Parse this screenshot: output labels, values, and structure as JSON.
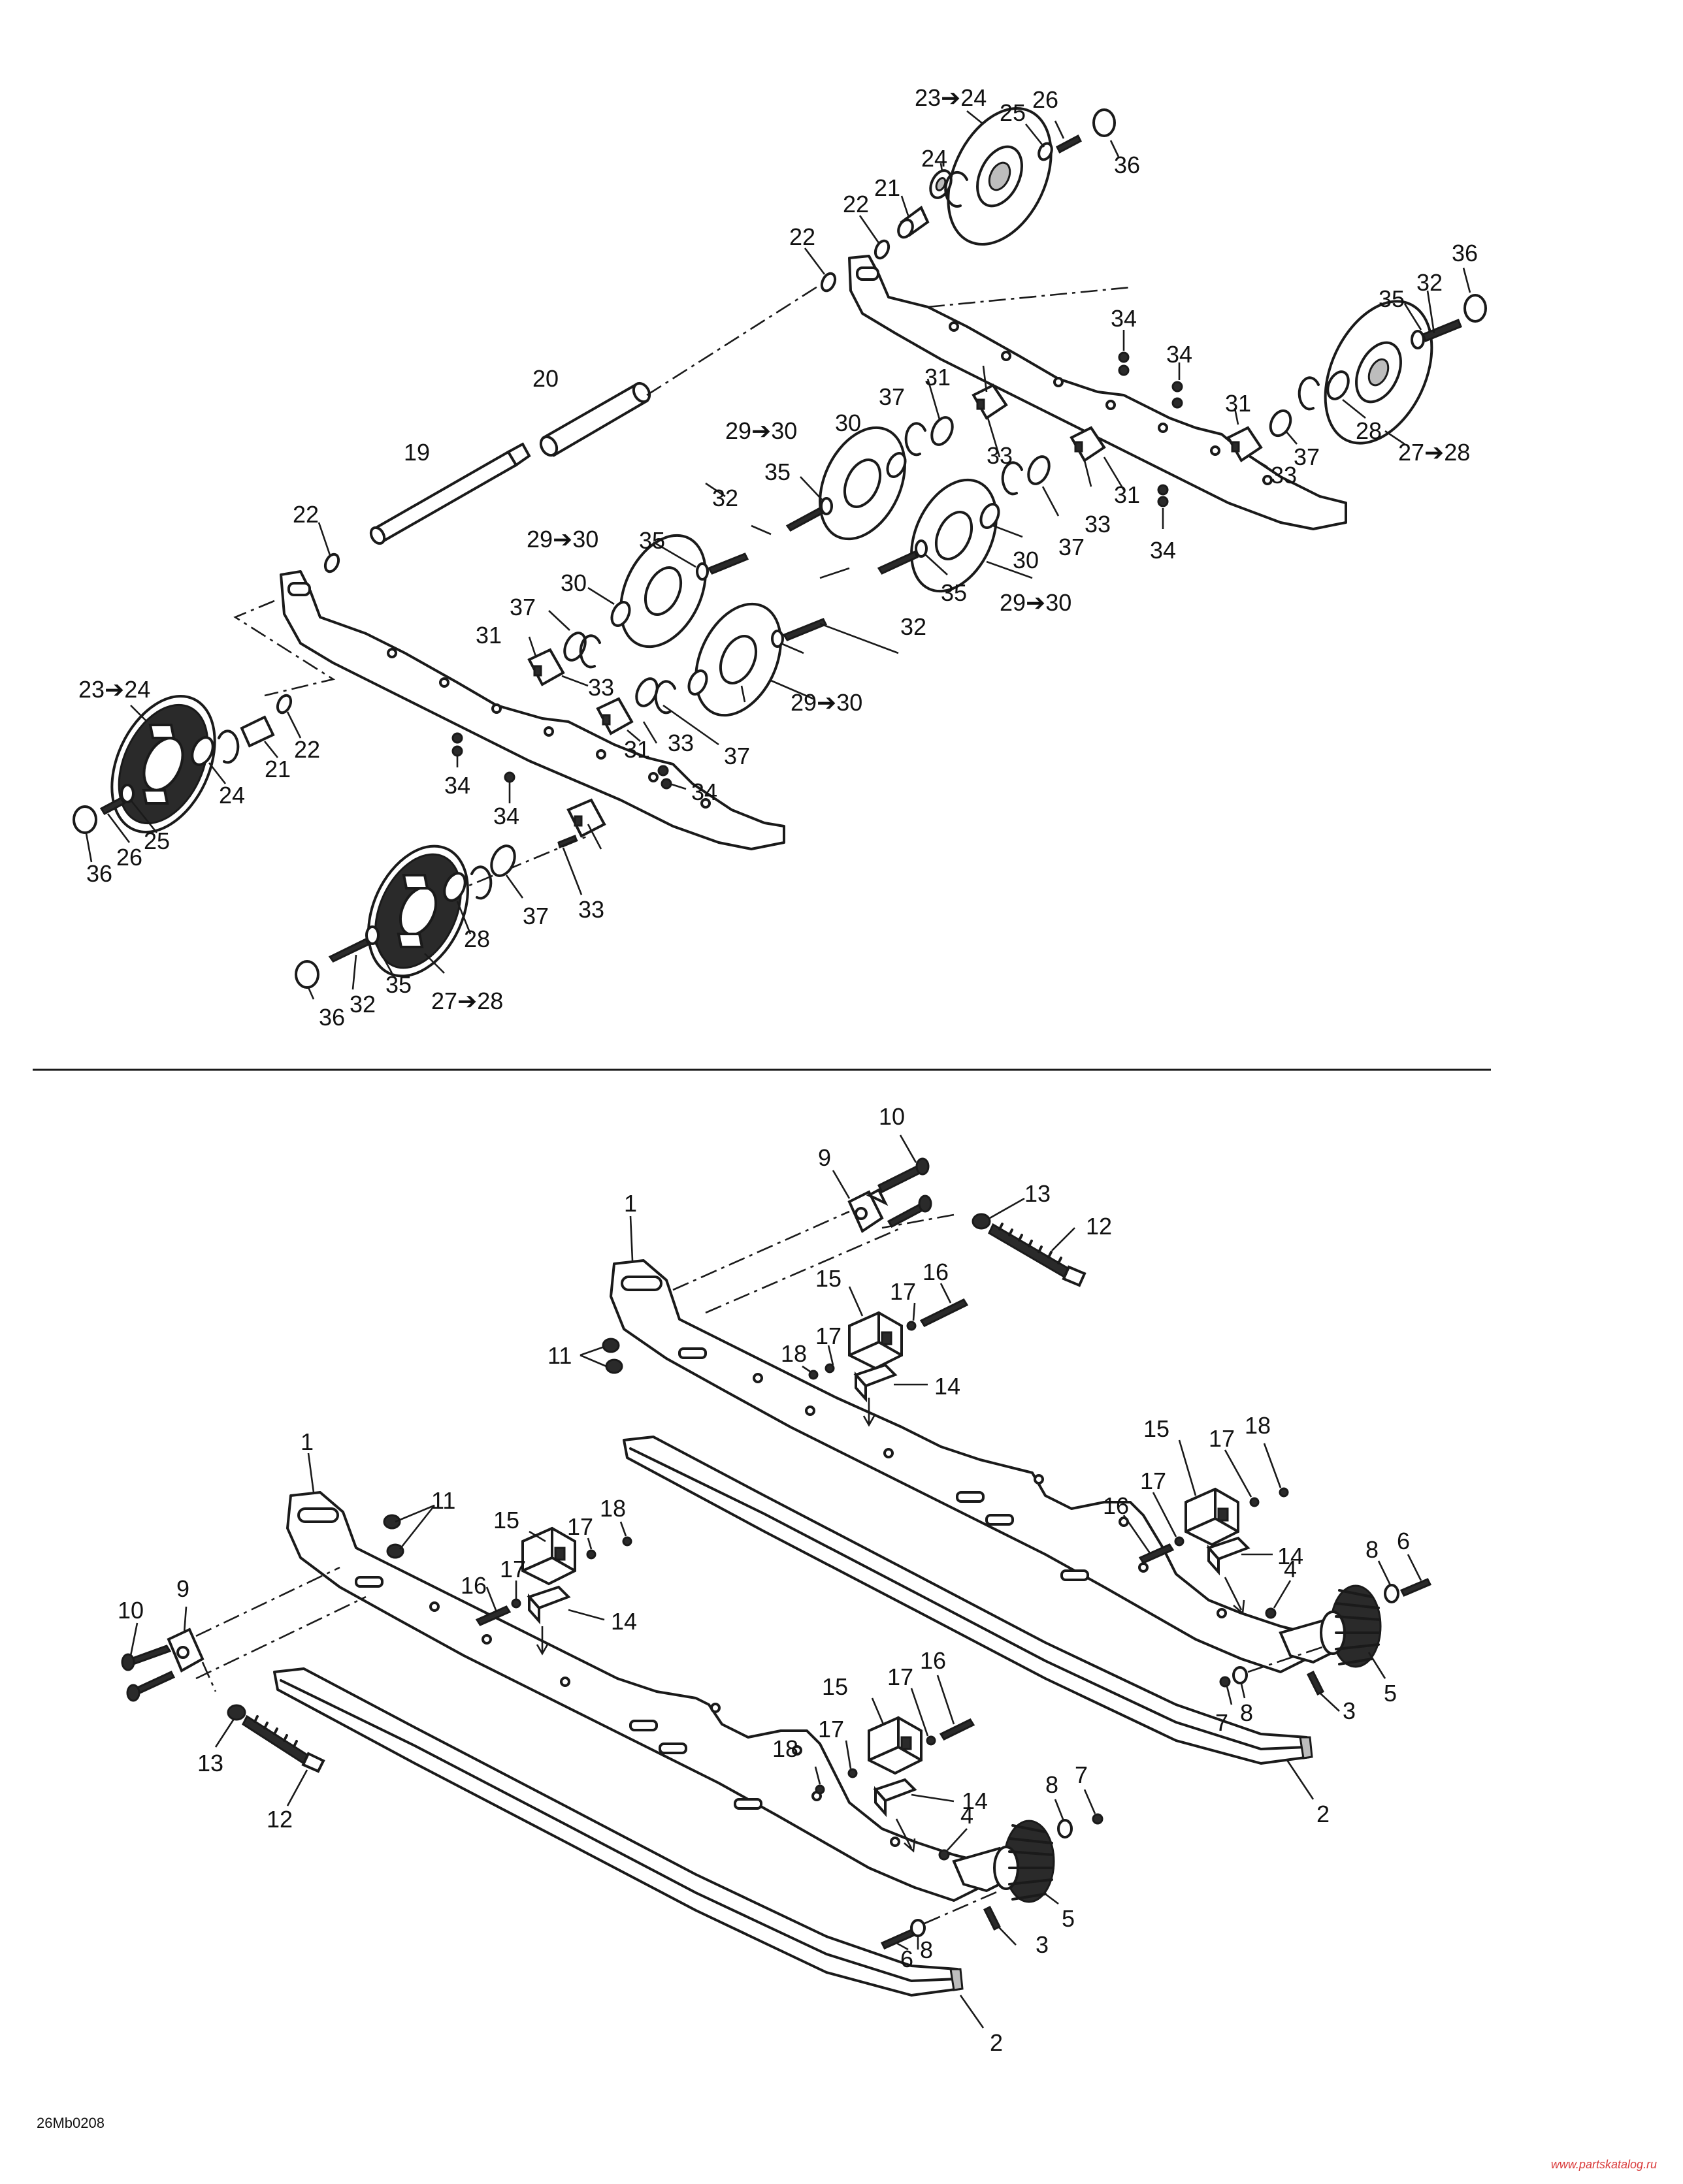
{
  "figure": {
    "reference_code": "26Mb0208",
    "watermark": "www.partskatalog.ru"
  },
  "callouts": {
    "upper": {
      "c23_24_top": "23➔24",
      "c25_top": "25",
      "c26_top": "26",
      "c36_top": "36",
      "c24_top": "24",
      "c21_top": "21",
      "c22_top_a": "22",
      "c22_top_b": "22",
      "c20": "20",
      "c19": "19",
      "c22_left": "22",
      "c36_right": "36",
      "c32_right": "32",
      "c35_right": "35",
      "c34_r1": "34",
      "c34_r2": "34",
      "c31_r1": "31",
      "c37_r1": "37",
      "c28_r": "28",
      "c27_28_r": "27➔28",
      "c33_r1": "33",
      "c31_r2": "31",
      "c33_r2": "33",
      "c37_r2": "37",
      "c30_r": "30",
      "c34_r3": "34",
      "c29_30_r": "29➔30",
      "c35_r2": "35",
      "c32_r2": "32",
      "c37_c1": "37",
      "c31_c1": "31",
      "c33_c1": "33",
      "c29_30_c1": "29➔30",
      "c30_c1": "30",
      "c35_c1": "35",
      "c32_c1": "32",
      "c29_30_c2": "29➔30",
      "c35_c2": "35",
      "c30_c2": "30",
      "c29_30_c3": "29➔30",
      "c37_c2": "37",
      "c31_c2": "31",
      "c33_c2": "33",
      "c37_c3": "37",
      "c31_c3": "31",
      "c33_c3": "33",
      "c23_24_left": "23➔24",
      "c22_l2": "22",
      "c21_l": "21",
      "c24_l": "24",
      "c25_l": "25",
      "c26_l": "26",
      "c36_l": "36",
      "c34_l1": "34",
      "c34_l2": "34",
      "c34_l3": "34",
      "c37_bottom": "37",
      "c33_bottom": "33",
      "c28_bottom": "28",
      "c35_bottom": "35",
      "c32_bottom": "32",
      "c36_bottom": "36",
      "c27_28_bottom": "27➔28"
    },
    "lower": {
      "c10_top": "10",
      "c9_top": "9",
      "c13_top": "13",
      "c12_top": "12",
      "c1_top": "1",
      "c15_top": "15",
      "c17_top_a": "17",
      "c16_top": "16",
      "c17_top_b": "17",
      "c18_top": "18",
      "c14_top": "14",
      "c11_top": "11",
      "c15_r": "15",
      "c17_r_a": "17",
      "c18_r": "18",
      "c17_r_b": "17",
      "c16_r": "16",
      "c14_r": "14",
      "c4_r": "4",
      "c8_r_a": "8",
      "c6_r": "6",
      "c5_r": "5",
      "c3_r": "3",
      "c8_r_b": "8",
      "c7_r": "7",
      "c2_r": "2",
      "c1_l": "1",
      "c11_l": "11",
      "c15_l": "15",
      "c17_l_a": "17",
      "c18_l": "18",
      "c17_l_b": "17",
      "c16_l": "16",
      "c14_l": "14",
      "c9_l": "9",
      "c10_l": "10",
      "c13_l": "13",
      "c12_l": "12",
      "c15_m": "15",
      "c17_m_a": "17",
      "c16_m": "16",
      "c18_m": "18",
      "c17_m_b": "17",
      "c14_m": "14",
      "c4_m": "4",
      "c8_m_a": "8",
      "c7_m": "7",
      "c5_m": "5",
      "c3_m": "3",
      "c6_m": "6",
      "c8_m_b": "8",
      "c2_m": "2"
    }
  }
}
